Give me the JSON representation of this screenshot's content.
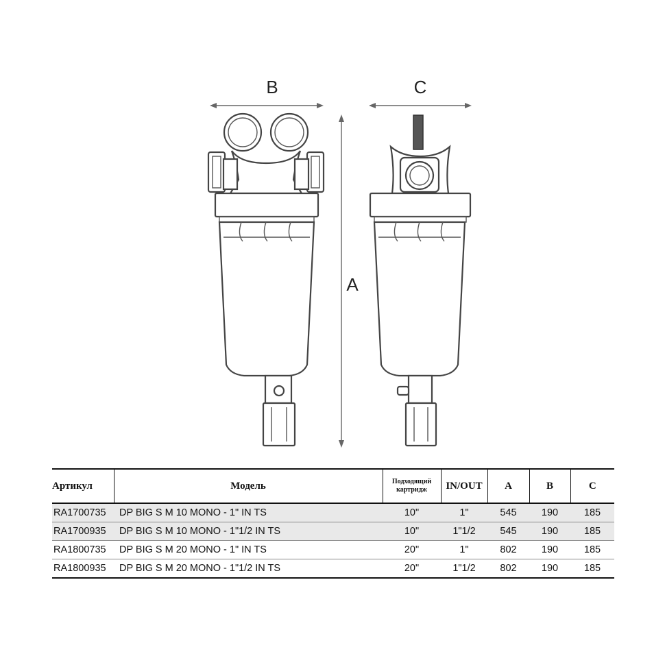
{
  "dimensions": {
    "a": "A",
    "b": "B",
    "c": "C"
  },
  "table": {
    "headers": {
      "article": "Артикул",
      "model": "Модель",
      "cartridge_line1": "Подходящий",
      "cartridge_line2": "картридж",
      "inout": "IN/OUT",
      "a": "A",
      "b": "B",
      "c": "C"
    },
    "rows": [
      {
        "article": "RA1700735",
        "model": "DP BIG S M 10 MONO - 1\" IN TS",
        "cartridge": "10\"",
        "inout": "1\"",
        "a": "545",
        "b": "190",
        "c": "185"
      },
      {
        "article": "RA1700935",
        "model": "DP BIG S M 10 MONO - 1\"1/2 IN TS",
        "cartridge": "10\"",
        "inout": "1\"1/2",
        "a": "545",
        "b": "190",
        "c": "185"
      },
      {
        "article": "RA1800735",
        "model": "DP BIG S M 20 MONO - 1\" IN TS",
        "cartridge": "20\"",
        "inout": "1\"",
        "a": "802",
        "b": "190",
        "c": "185"
      },
      {
        "article": "RA1800935",
        "model": "DP BIG S M 20 MONO - 1\"1/2 IN TS",
        "cartridge": "20\"",
        "inout": "1\"1/2",
        "a": "802",
        "b": "190",
        "c": "185"
      }
    ]
  }
}
